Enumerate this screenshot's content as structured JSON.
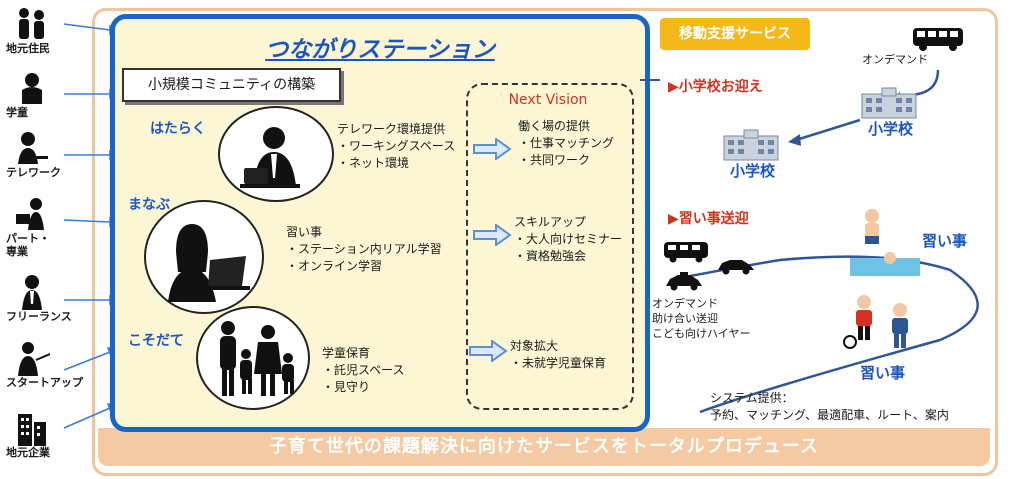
{
  "left_people": [
    {
      "label": "地元住民",
      "icon": "family-icon"
    },
    {
      "label": "学童",
      "icon": "child-icon"
    },
    {
      "label": "テレワーク",
      "icon": "teleworker-icon"
    },
    {
      "label": "パート・\n専業",
      "icon": "part-time-worker-icon"
    },
    {
      "label": "フリーランス",
      "icon": "freelancer-icon"
    },
    {
      "label": "スタートアップ",
      "icon": "startup-presenter-icon"
    },
    {
      "label": "地元企業",
      "icon": "building-icon"
    }
  ],
  "station": {
    "title": "つながりステーション",
    "subtitle": "小規模コミュニティの構築",
    "sections": [
      {
        "label": "はたらく",
        "icon": "office-worker-icon",
        "desc": "テレワーク環境提供\n・ワーキングスペース\n・ネット環境"
      },
      {
        "label": "まなぶ",
        "icon": "student-laptop-icon",
        "desc": "習い事\n・ステーション内リアル学習\n・オンライン学習"
      },
      {
        "label": "こそだて",
        "icon": "parent-children-icon",
        "desc": "学童保育\n・託児スペース\n・見守り"
      }
    ]
  },
  "vision": {
    "title": "Next Vision",
    "items": [
      "働く場の提供\n・仕事マッチング\n・共同ワーク",
      "スキルアップ\n・大人向けセミナー\n・資格勉強会",
      "対象拡大\n・未就学児童保育"
    ]
  },
  "mobility": {
    "badge": "移動支援サービス",
    "ondemand_top": "オンデマンド",
    "school_pickup": "▶小学校お迎え",
    "school1": "小学校",
    "school2": "小学校",
    "lessons_transfer": "▶習い事送迎",
    "lesson1": "習い事",
    "lesson2": "習い事",
    "ondemand_desc": "オンデマンド\n助け合い送迎\nこども向けハイヤー",
    "system": "システム提供：\n予約、マッチング、最適配車、ルート、案内"
  },
  "footer": "子育て世代の課題解決に向けたサービスをトータルプロデュース",
  "colors": {
    "accent_blue": "#1a56c0",
    "station_bg": "#fdf6d4",
    "red": "#d2321e",
    "peach": "#f5c9a2",
    "badge": "#f4b818"
  }
}
